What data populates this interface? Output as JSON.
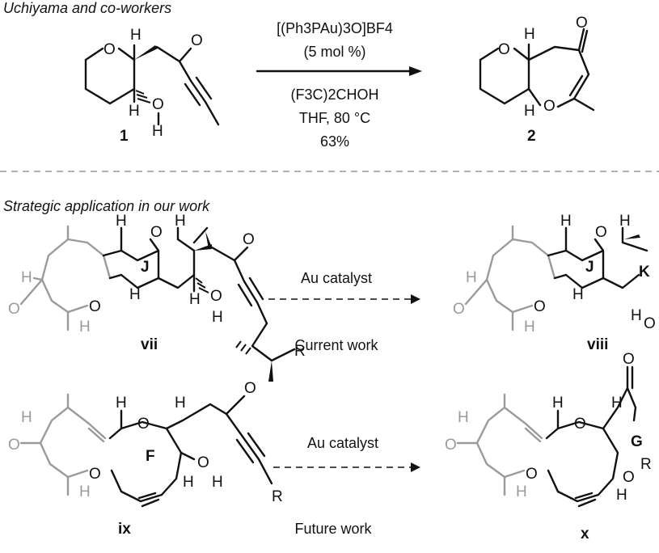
{
  "top": {
    "attribution": "Uchiyama and co-workers",
    "reagent_catalyst": "[(Ph3PAu)3O]BF4",
    "reagent_loading": "(5 mol %)",
    "reagent_additive": "(F3C)2CHOH",
    "reagent_conditions": "THF, 80 °C",
    "yield": "63%",
    "sm_label": "1",
    "product_label": "2"
  },
  "bottom": {
    "heading": "Strategic application in our work",
    "reaction1": {
      "catalyst": "Au catalyst",
      "caption": "Current work",
      "sm_label": "vii",
      "product_label": "viii"
    },
    "reaction2": {
      "catalyst": "Au catalyst",
      "caption": "Future work",
      "sm_label": "ix",
      "product_label": "x"
    }
  },
  "atoms": {
    "O": "O",
    "H": "H",
    "R": "R",
    "ring_J": "J",
    "ring_K": "K",
    "ring_F": "F",
    "ring_G": "G"
  },
  "colors": {
    "main": "#111111",
    "faded": "#9a9a9a",
    "divider": "#999999"
  }
}
